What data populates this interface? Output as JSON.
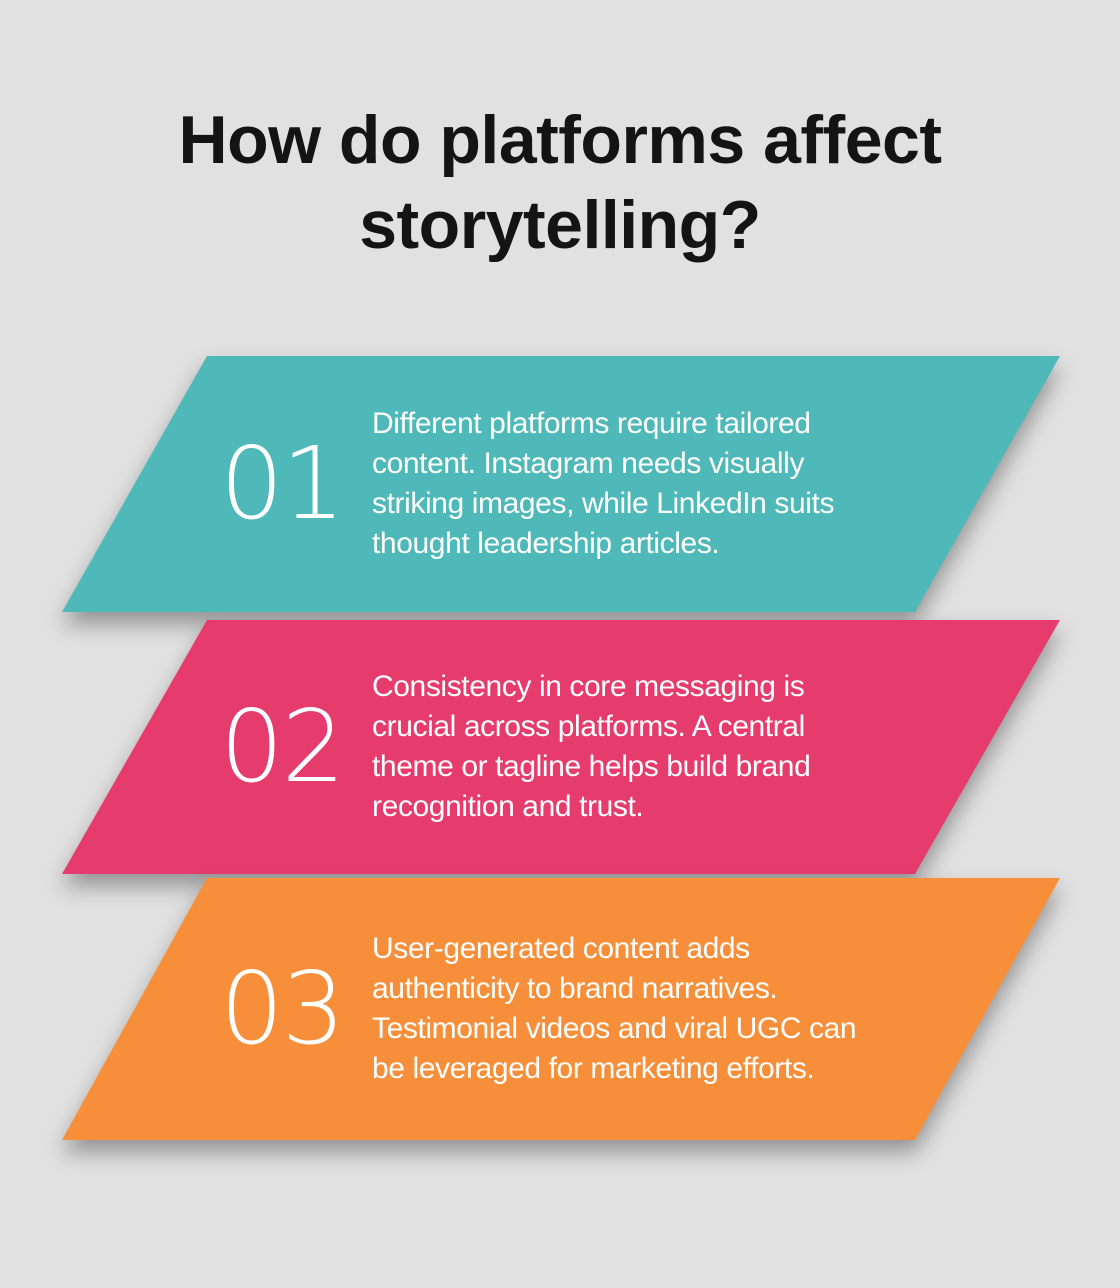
{
  "page": {
    "background_color": "#e1e1e1"
  },
  "title": {
    "lines": [
      "How do platforms affect",
      "storytelling?"
    ],
    "color": "#141414"
  },
  "steps": [
    {
      "number": "01",
      "color": "#4fb8b8",
      "text_color": "#ffffff",
      "text_lines": [
        "Different platforms require tailored",
        "content. Instagram needs visually",
        "striking images, while LinkedIn suits",
        "thought leadership articles."
      ]
    },
    {
      "number": "02",
      "color": "#e63c6d",
      "text_color": "#ffffff",
      "text_lines": [
        "Consistency in core messaging is",
        "crucial across platforms. A central",
        "theme or tagline helps build brand",
        "recognition and trust."
      ]
    },
    {
      "number": "03",
      "color": "#f78f3a",
      "text_color": "#ffffff",
      "text_lines": [
        "User-generated content adds",
        "authenticity to brand narratives.",
        "Testimonial videos and viral UGC can",
        "be leveraged for marketing efforts."
      ]
    }
  ]
}
